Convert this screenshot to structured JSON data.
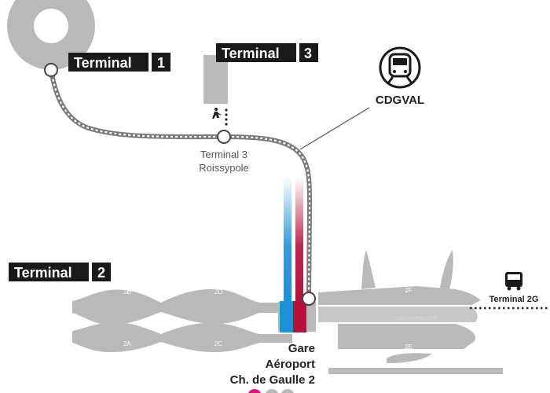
{
  "map": {
    "terminal1": {
      "label": "Terminal",
      "number": "1"
    },
    "terminal3": {
      "label": "Terminal",
      "number": "3"
    },
    "terminal2": {
      "label": "Terminal",
      "number": "2"
    },
    "cdgval": {
      "label": "CDGVAL",
      "icon": "train-icon"
    },
    "roissypole": {
      "line1": "Terminal 3",
      "line2": "Roissypole"
    },
    "terminal2g": {
      "label": "Terminal 2G",
      "icon": "bus-icon"
    },
    "gare": {
      "line1": "Gare",
      "line2": "Aéroport",
      "line3": "Ch. de Gaulle 2"
    },
    "halls": {
      "h2a": "2A",
      "h2b": "2B",
      "h2c": "2C",
      "h2d": "2D",
      "h2e": "2E",
      "h2f": "2F"
    },
    "watermark": "cdgbuses.com",
    "colors": {
      "building": "#b9b9b9",
      "track": "#7a7a7a",
      "label_bg": "#1a1a1a",
      "rer_blue": "#1f8fd6",
      "tgv_red": "#b3123c"
    }
  }
}
